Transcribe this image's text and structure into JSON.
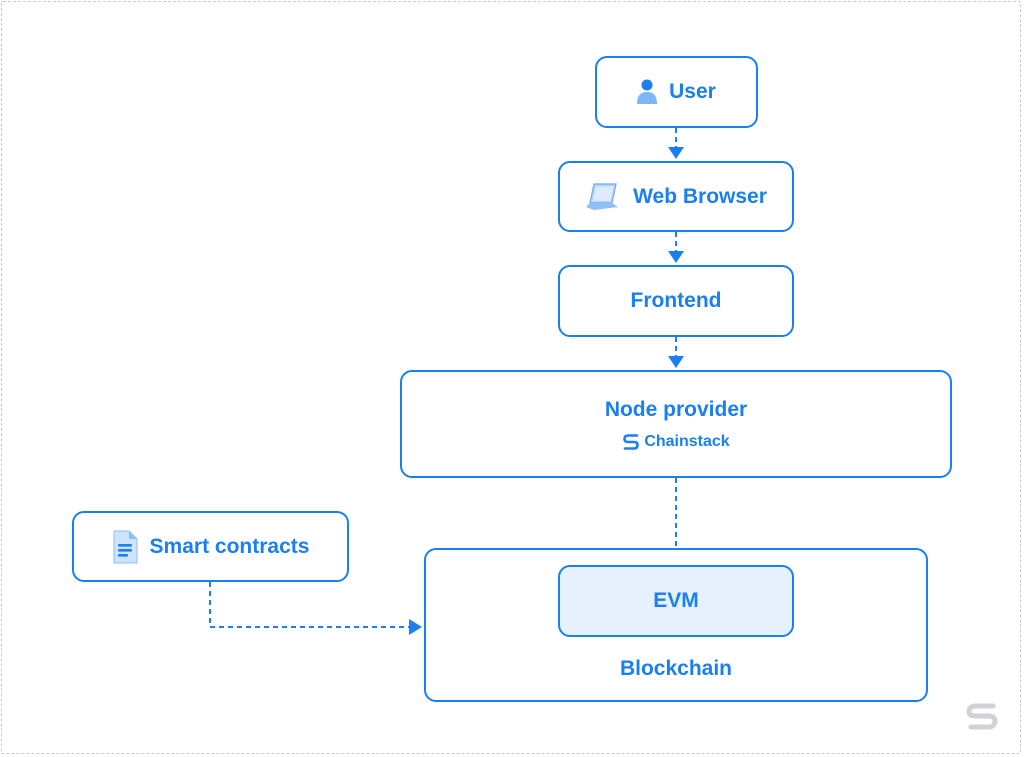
{
  "colors": {
    "accent": "#1a7ff0",
    "light_fill": "#e6f1fd",
    "frame": "#c4c9cf",
    "watermark": "#cfd3d8"
  },
  "nodes": {
    "user": {
      "label": "User",
      "icon": "user-icon"
    },
    "web_browser": {
      "label": "Web Browser",
      "icon": "laptop-icon"
    },
    "frontend": {
      "label": "Frontend"
    },
    "node_provider": {
      "label": "Node provider",
      "provider_brand": "Chainstack",
      "provider_icon": "chainstack-logo-icon"
    },
    "smart_contracts": {
      "label": "Smart contracts",
      "icon": "document-icon"
    },
    "blockchain": {
      "label": "Blockchain"
    },
    "evm": {
      "label": "EVM"
    }
  },
  "watermark": {
    "icon": "chainstack-logo-icon"
  }
}
